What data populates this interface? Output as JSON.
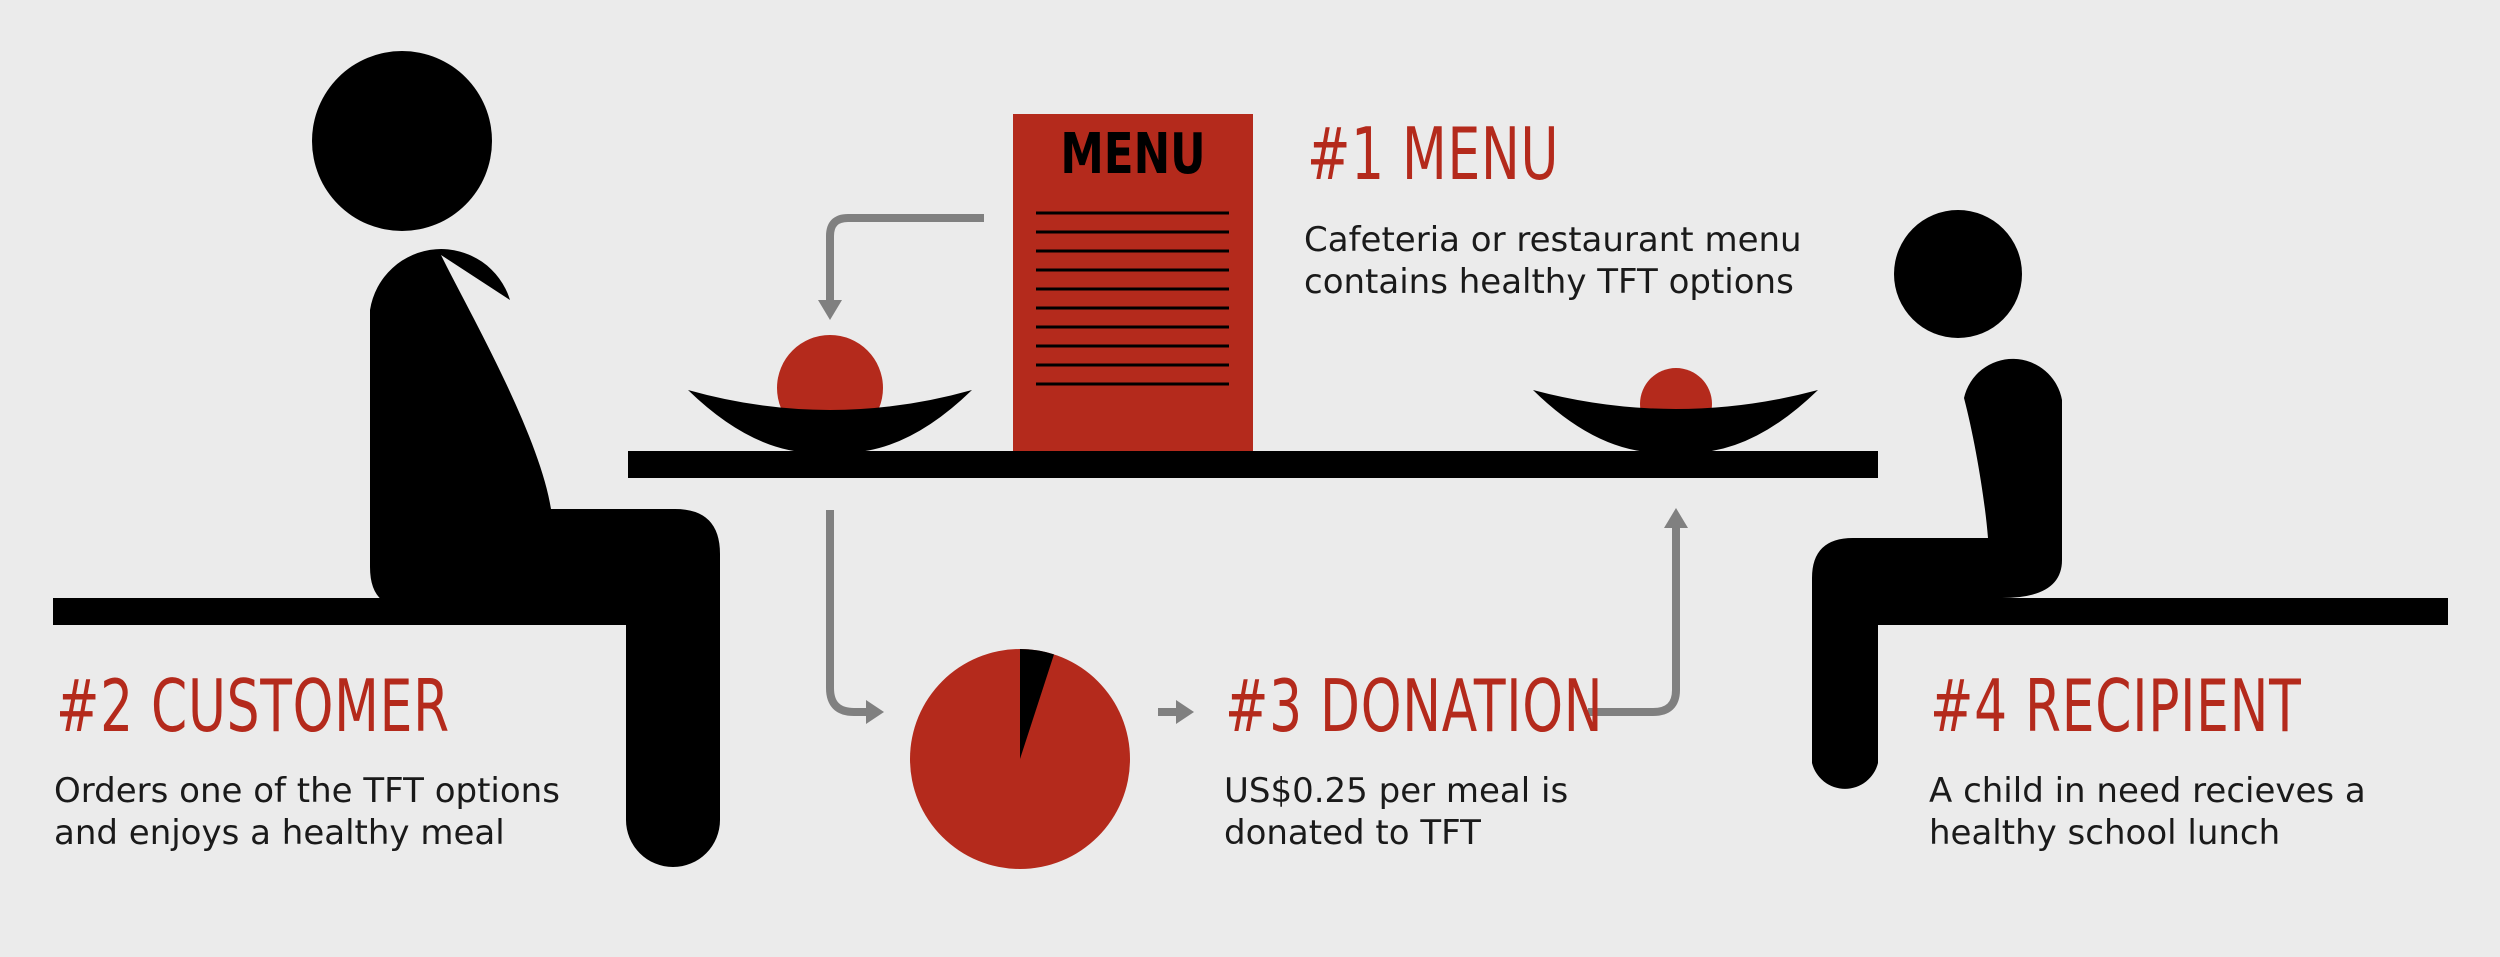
{
  "colors": {
    "background": "#ebebeb",
    "accent_red": "#b42a1c",
    "figure_black": "#000000",
    "arrow_gray": "#808080"
  },
  "menu_card": {
    "heading": "MENU"
  },
  "steps": {
    "menu": {
      "title": "#1 MENU",
      "lines": [
        "Cafeteria or restaurant menu",
        "contains healthy TFT options"
      ]
    },
    "customer": {
      "title": "#2 CUSTOMER",
      "lines": [
        "Orders one of the TFT options",
        "and enjoys a healthy meal"
      ]
    },
    "donation": {
      "title": "#3 DONATION",
      "lines": [
        "US$0.25 per meal is",
        "donated to TFT"
      ]
    },
    "recipient": {
      "title": "#4 RECIPIENT",
      "lines": [
        "A child in need recieves a",
        "healthy school lunch"
      ]
    }
  },
  "donation_pie": {
    "donated_share": 0.05
  },
  "icons": [
    "customer-figure-icon",
    "recipient-figure-icon",
    "menu-card-icon",
    "meal-bowl-icon",
    "donation-pie-icon",
    "flow-arrow-icon"
  ]
}
